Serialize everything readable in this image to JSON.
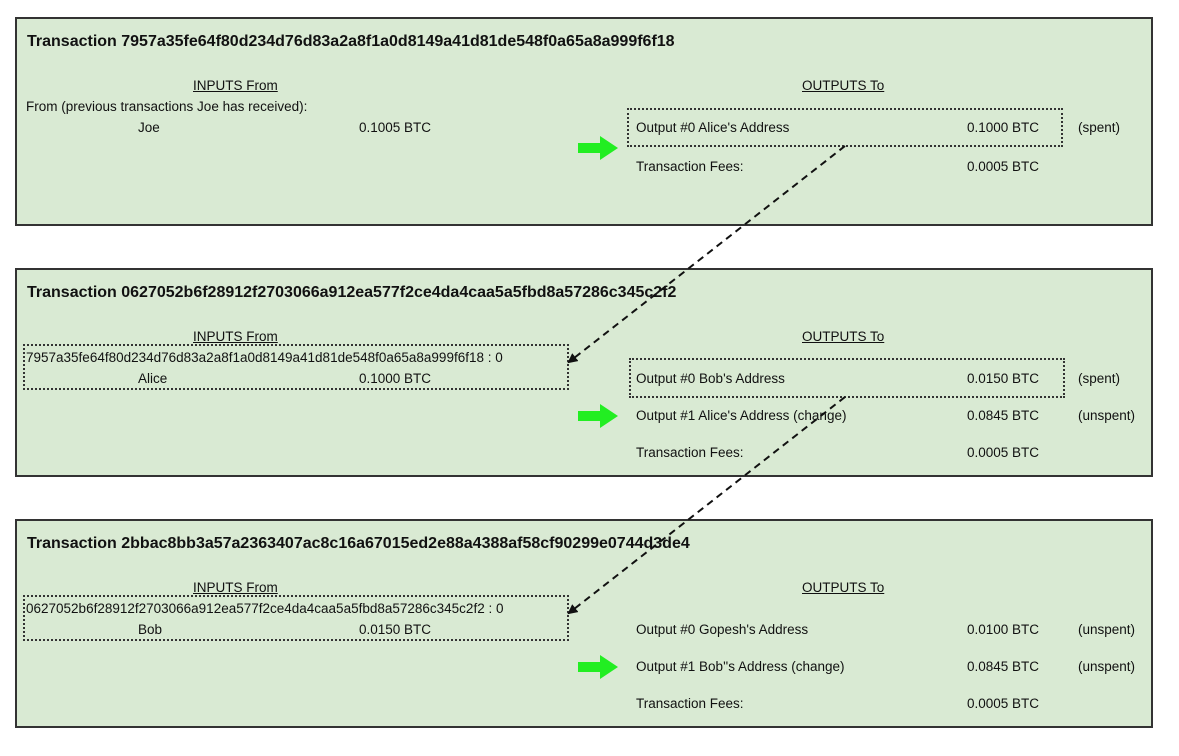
{
  "colors": {
    "box_fill": "#d9ead3",
    "arrow_green": "#22ee22",
    "border": "#333333"
  },
  "transactions": [
    {
      "title": "Transaction 7957a35fe64f80d234d76d83a2a8f1a0d8149a41d81de548f0a65a8a999f6f18",
      "inputs_header": "INPUTS From",
      "outputs_header": "OUTPUTS To",
      "input_ref": "From (previous transactions Joe has received):",
      "input_name": "Joe",
      "input_amount": "0.1005 BTC",
      "outputs": [
        {
          "label": "Output #0 Alice's Address",
          "amount": "0.1000 BTC",
          "status": "(spent)"
        }
      ],
      "fees_label": "Transaction Fees:",
      "fees_amount": "0.0005 BTC"
    },
    {
      "title": "Transaction 0627052b6f28912f2703066a912ea577f2ce4da4caa5a5fbd8a57286c345c2f2",
      "inputs_header": "INPUTS From",
      "outputs_header": "OUTPUTS To",
      "input_ref": "7957a35fe64f80d234d76d83a2a8f1a0d8149a41d81de548f0a65a8a999f6f18 : 0",
      "input_name": "Alice",
      "input_amount": "0.1000 BTC",
      "outputs": [
        {
          "label": "Output #0 Bob's Address",
          "amount": "0.0150 BTC",
          "status": "(spent)"
        },
        {
          "label": "Output #1 Alice's Address (change)",
          "amount": "0.0845 BTC",
          "status": "(unspent)"
        }
      ],
      "fees_label": "Transaction Fees:",
      "fees_amount": "0.0005 BTC"
    },
    {
      "title": "Transaction 2bbac8bb3a57a2363407ac8c16a67015ed2e88a4388af58cf90299e0744d3de4",
      "inputs_header": "INPUTS From",
      "outputs_header": "OUTPUTS To",
      "input_ref": "0627052b6f28912f2703066a912ea577f2ce4da4caa5a5fbd8a57286c345c2f2 : 0",
      "input_name": "Bob",
      "input_amount": "0.0150 BTC",
      "outputs": [
        {
          "label": "Output #0 Gopesh's Address",
          "amount": "0.0100 BTC",
          "status": "(unspent)"
        },
        {
          "label": "Output #1 Bob''s Address (change)",
          "amount": "0.0845 BTC",
          "status": "(unspent)"
        }
      ],
      "fees_label": "Transaction Fees:",
      "fees_amount": "0.0005 BTC"
    }
  ]
}
